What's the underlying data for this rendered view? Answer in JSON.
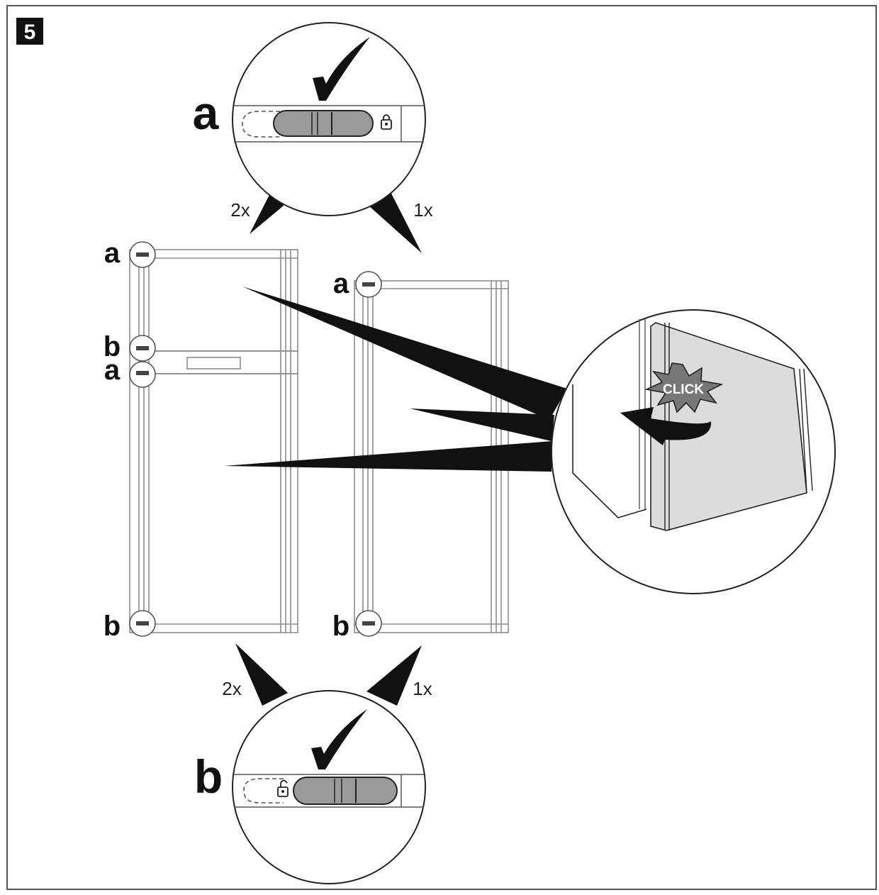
{
  "step": {
    "number": "5"
  },
  "callouts": {
    "top": {
      "label": "a",
      "lock_icon": "lock-closed-icon",
      "check_icon": "checkmark-icon"
    },
    "bottom": {
      "label": "b",
      "lock_icon": "lock-open-icon",
      "check_icon": "checkmark-icon"
    },
    "right": {
      "click_text": "CLICK",
      "arrow_icon": "curved-arrow-icon"
    }
  },
  "counts": {
    "top_left": "2x",
    "top_right": "1x",
    "bottom_left": "2x",
    "bottom_right": "1x"
  },
  "appliance_left": {
    "labels": {
      "top_a": "a",
      "mid_b": "b",
      "mid_a": "a",
      "bottom_b": "b"
    }
  },
  "appliance_right": {
    "labels": {
      "top_a": "a",
      "bottom_b": "b"
    }
  },
  "colors": {
    "line": "#1a1a1a",
    "slider": "#9a9a9a",
    "door_panel": "#dcdcdc",
    "frame": "#8c8c8c"
  }
}
